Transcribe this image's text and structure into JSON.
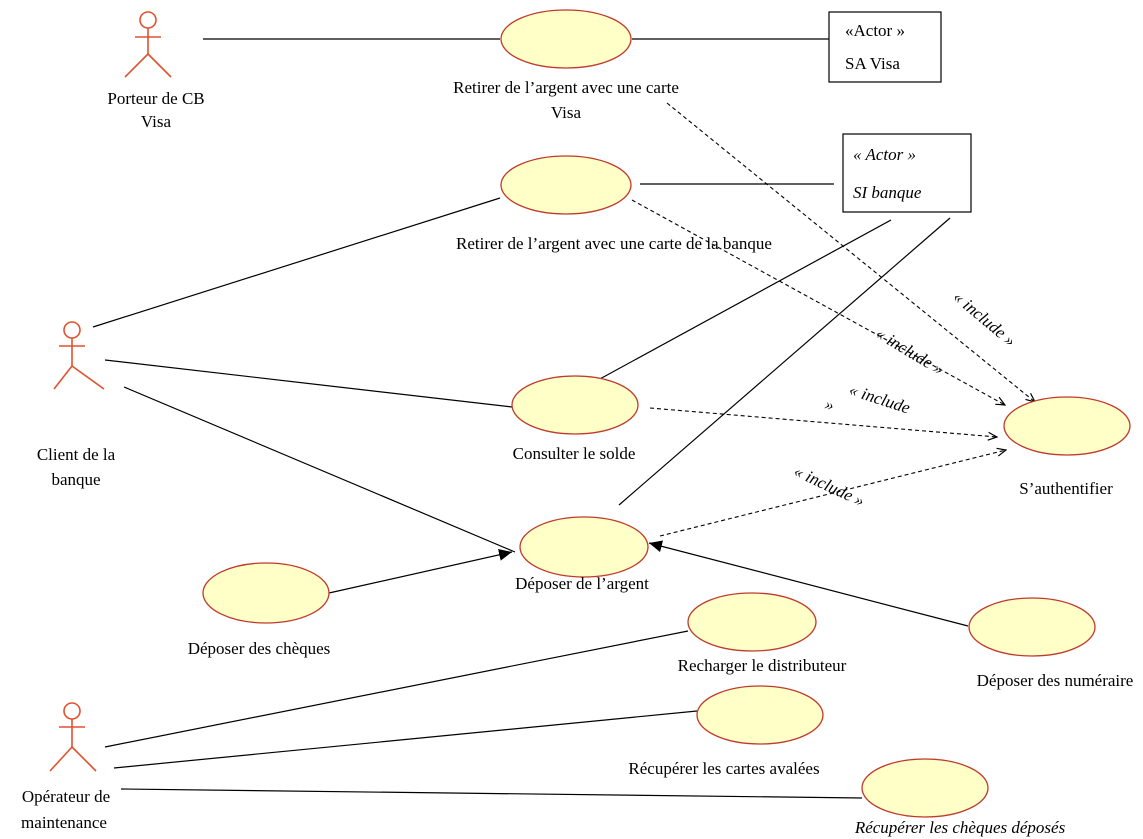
{
  "actors": {
    "porteur": [
      "Porteur de CB",
      "Visa"
    ],
    "client": [
      "Client de la",
      "banque"
    ],
    "operateur": [
      "Opérateur de",
      "maintenance"
    ]
  },
  "systems": {
    "visa": {
      "stereotype": "«Actor »",
      "name": "SA Visa"
    },
    "banque": {
      "stereotype": "« Actor »",
      "name": "SI banque"
    }
  },
  "use_cases": {
    "retirer_visa": [
      "Retirer de l’argent avec une carte",
      "Visa"
    ],
    "retirer_banque": "Retirer de l’argent avec une carte de la banque",
    "consulter": "Consulter le solde",
    "deposer": "Déposer de l’argent",
    "deposer_cheques": "Déposer des chèques",
    "deposer_numeraire": "Déposer des numéraire",
    "authentifier": "S’authentifier",
    "recharger": "Recharger le distributeur",
    "recuperer_cartes": "Récupérer les cartes avalées",
    "recuperer_cheques": "Récupérer les chèques déposés"
  },
  "include_labels": {
    "a": "« include »",
    "b": "« include »",
    "c": [
      "« include",
      "»"
    ],
    "d": "« include »"
  }
}
